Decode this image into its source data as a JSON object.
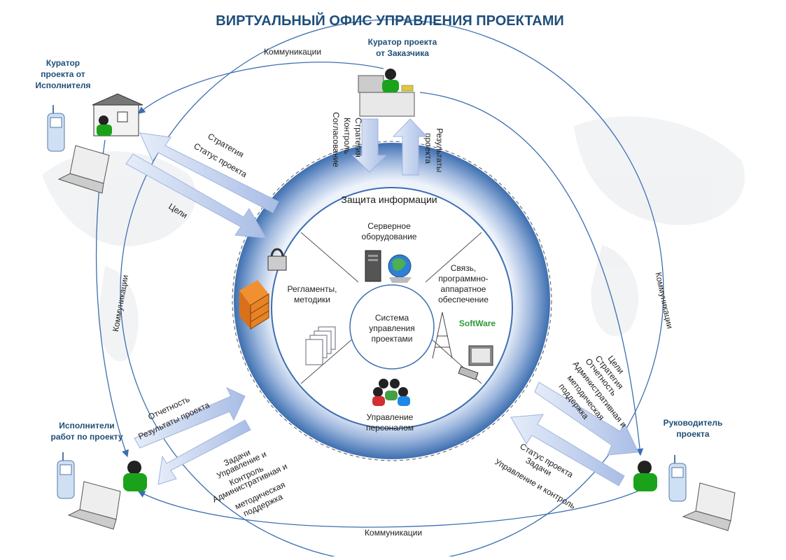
{
  "title": "ВИРТУАЛЬНЫЙ ОФИС УПРАВЛЕНИЯ ПРОЕКТАМИ",
  "colors": {
    "title": "#1f4e79",
    "ring_outer": "#3d6fb0",
    "ring_inner": "#c9d8ee",
    "arrow": "#b7c8ea",
    "line": "#3d6fb0",
    "person": "#1aa31a"
  },
  "roles": {
    "customer_curator": [
      "Куратор проекта",
      "от Заказчика"
    ],
    "executor_curator": [
      "Куратор",
      "проекта от",
      "Исполнителя"
    ],
    "executors": [
      "Исполнители",
      "работ по проекту"
    ],
    "manager": [
      "Руководитель",
      "проекта"
    ]
  },
  "communications": {
    "top": "Коммуникации",
    "bottom": "Коммуникации",
    "left": "Коммуникации",
    "right": "Коммуникации"
  },
  "flows": {
    "top_down": [
      "Стратегия",
      "Контроль",
      "Согласование"
    ],
    "top_up": [
      "Результаты",
      "проекта"
    ],
    "upper_left": [
      "Стратегия",
      "Статус проекта"
    ],
    "upper_left_goals": "Цели",
    "lower_left_up": [
      "Отчетность",
      "Результаты проекта"
    ],
    "lower_left_down": [
      "Задачи",
      "Управление и",
      "Контроль",
      "Административная и",
      "методическая",
      "поддержка"
    ],
    "right_up": [
      "Цели",
      "Стратегия",
      "Отчетность",
      "Административная и",
      "методическая",
      "поддержка"
    ],
    "right_down": [
      "Статус проекта",
      "Задачи",
      "Управление и контроль"
    ]
  },
  "ring": {
    "label": "Защита информации",
    "center": [
      "Система",
      "управления",
      "проектами"
    ],
    "top_sector": [
      "Серверное",
      "оборудование"
    ],
    "left_sector": [
      "Регламенты,",
      "методики"
    ],
    "right_sector": [
      "Связь,",
      "программно-",
      "аппаратное",
      "обеспечение"
    ],
    "software": "SoftWare",
    "bottom_sector": [
      "Управление",
      "персоналом"
    ]
  }
}
